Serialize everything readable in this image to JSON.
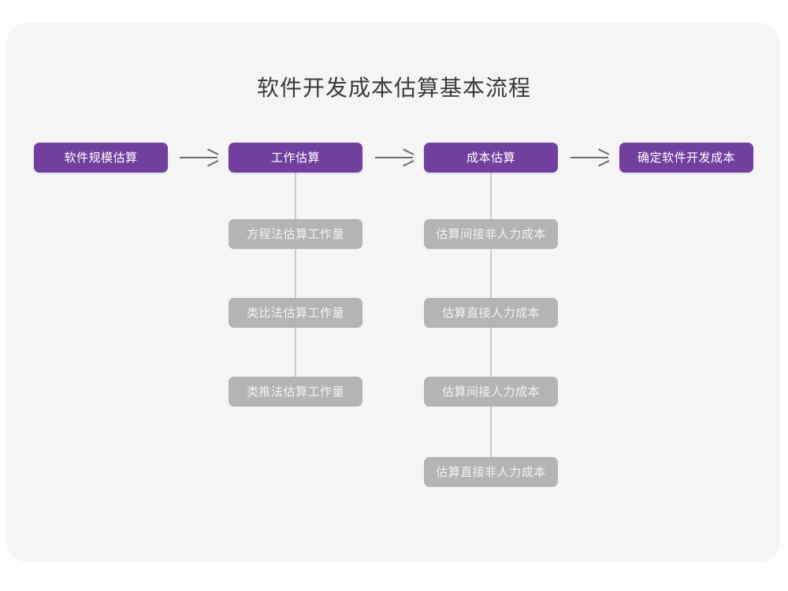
{
  "title": "软件开发成本估算基本流程",
  "colors": {
    "page_background": "#ffffff",
    "card_background": "#f5f5f6",
    "stage_fill": "#71409f",
    "stage_text": "#ffffff",
    "sub_fill": "#b4b4b4",
    "sub_text": "#f2f2f2",
    "connector": "#c9c9c9",
    "arrow": "#6d6d6d",
    "title_text": "#3a3a3a"
  },
  "chart_data": {
    "type": "diagram",
    "title": "软件开发成本估算基本流程",
    "orientation": "left-to-right with vertical sub-branches",
    "stages": [
      {
        "id": "stage-1",
        "label": "软件规模估算",
        "substeps": []
      },
      {
        "id": "stage-2",
        "label": "工作估算",
        "substeps": [
          "方程法估算工作量",
          "类比法估算工作量",
          "类推法估算工作量"
        ]
      },
      {
        "id": "stage-3",
        "label": "成本估算",
        "substeps": [
          "估算间接非人力成本",
          "估算直接人力成本",
          "估算间接人力成本",
          "估算直接非人力成本"
        ]
      },
      {
        "id": "stage-4",
        "label": "确定软件开发成本",
        "substeps": []
      }
    ],
    "connectors": [
      {
        "from": "stage-1",
        "to": "stage-2",
        "kind": "arrow"
      },
      {
        "from": "stage-2",
        "to": "stage-3",
        "kind": "arrow"
      },
      {
        "from": "stage-3",
        "to": "stage-4",
        "kind": "arrow"
      }
    ]
  },
  "stage_1": {
    "label": "软件规模估算"
  },
  "stage_2": {
    "label": "工作估算"
  },
  "stage_3": {
    "label": "成本估算"
  },
  "stage_4": {
    "label": "确定软件开发成本"
  },
  "branch_a": {
    "item_1": "方程法估算工作量",
    "item_2": "类比法估算工作量",
    "item_3": "类推法估算工作量"
  },
  "branch_b": {
    "item_1": "估算间接非人力成本",
    "item_2": "估算直接人力成本",
    "item_3": "估算间接人力成本",
    "item_4": "估算直接非人力成本"
  }
}
